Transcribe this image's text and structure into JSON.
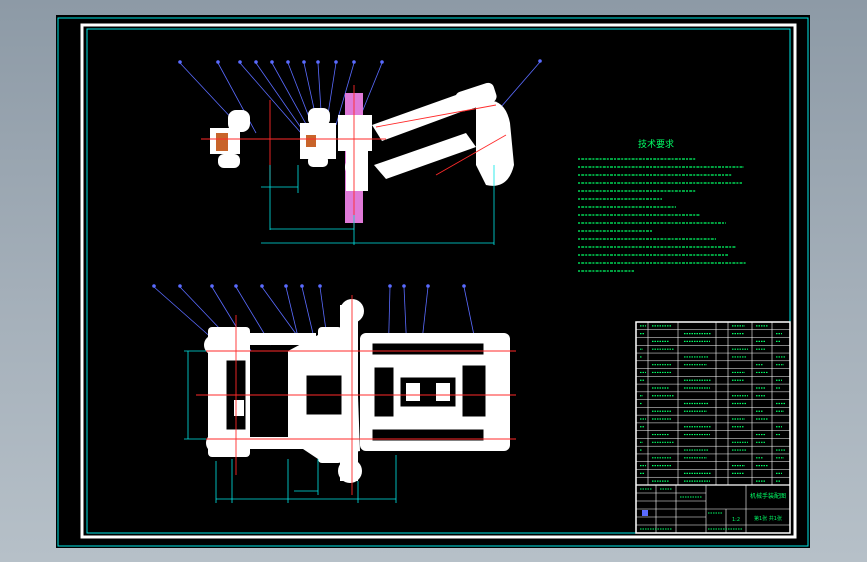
{
  "drawing": {
    "notes_heading": "技术要求",
    "title_block_title": "机械手装配图",
    "title_block_units": "第1张 共1张",
    "scale_label": "1:2",
    "bill_rows": 21
  },
  "colors": {
    "background_outer": "#a5b0ba",
    "sheet": "#000000",
    "border": "#ffffff",
    "frame_cyan": "#00ffff",
    "part_fill": "#ffffff",
    "dim_line": "#00ffff",
    "leader": "#5a6bff",
    "center_line": "#ff2a2a",
    "text_green": "#00ff66",
    "magenta": "#ff44ff"
  }
}
